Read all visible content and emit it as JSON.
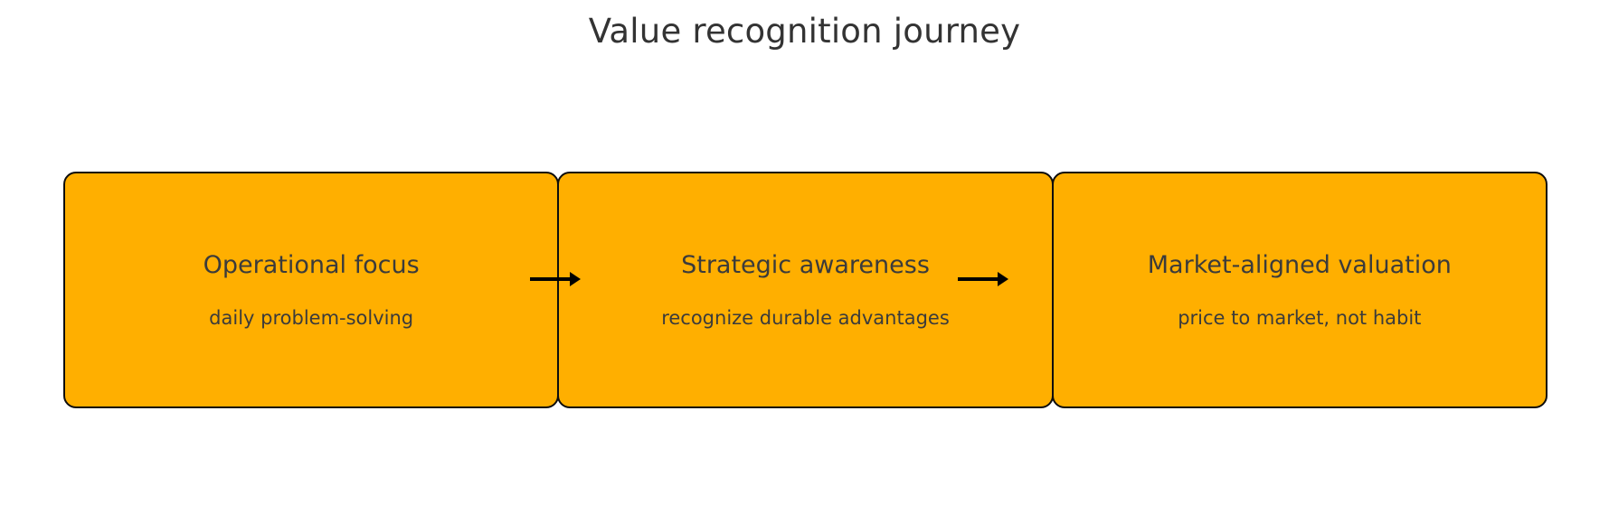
{
  "title": "Value recognition journey",
  "colors": {
    "box_fill": "#FFAF00",
    "box_border": "#0d0d0d",
    "title_text": "#333333",
    "label_text": "#3b3b3b",
    "background": "#ffffff",
    "arrow": "#000000"
  },
  "flow": {
    "direction": "left-to-right",
    "stages": [
      {
        "label": "Operational focus",
        "detail": "daily problem-solving"
      },
      {
        "label": "Strategic awareness",
        "detail": "recognize durable advantages"
      },
      {
        "label": "Market-aligned valuation",
        "detail": "price to market, not habit"
      }
    ],
    "connectors": [
      {
        "icon": "arrow-right-icon",
        "from": "Operational focus",
        "to": "Strategic awareness"
      },
      {
        "icon": "arrow-right-icon",
        "from": "Strategic awareness",
        "to": "Market-aligned valuation"
      }
    ]
  }
}
